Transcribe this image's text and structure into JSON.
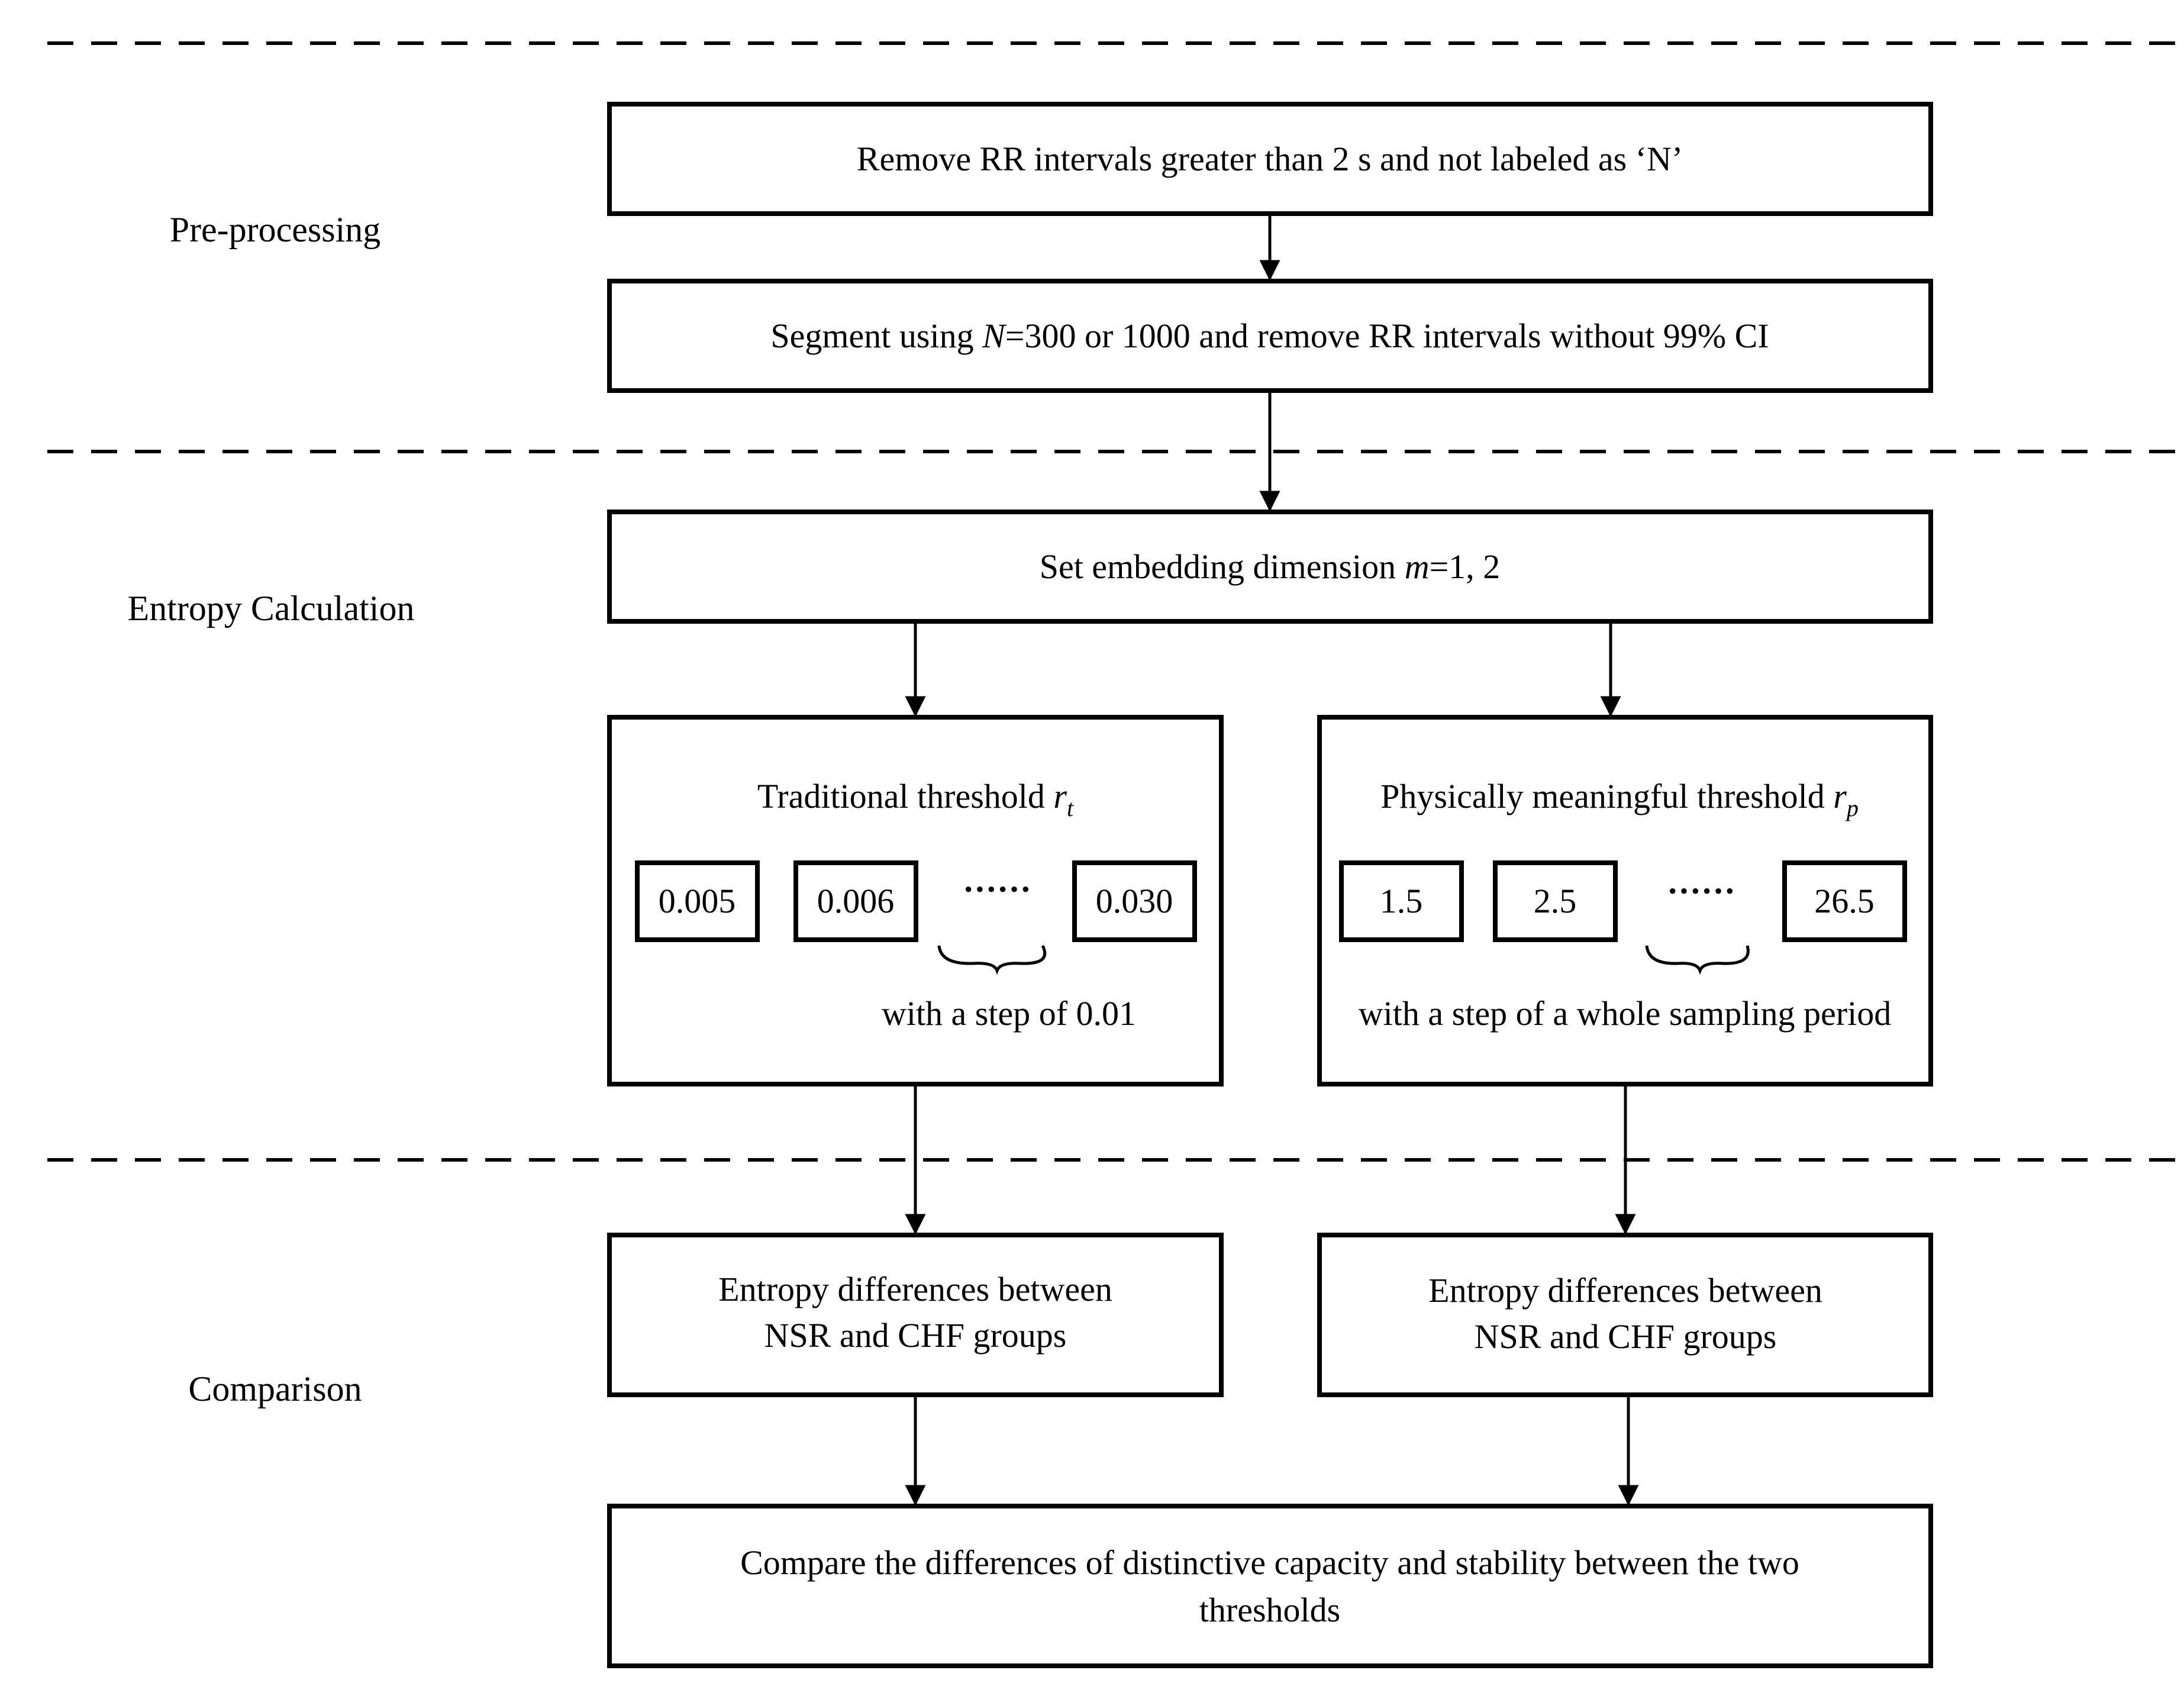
{
  "sections": {
    "preprocessing": "Pre-processing",
    "entropy": "Entropy Calculation",
    "comparison": "Comparison"
  },
  "boxes": {
    "remove": "Remove RR intervals greater than 2 s and not labeled as ‘N’",
    "segment": {
      "pre": "Segment using ",
      "var": "N",
      "post": "=300 or 1000 and remove RR intervals without 99% CI"
    },
    "embedding": {
      "pre": "Set embedding dimension ",
      "var": "m",
      "post": "=1, 2"
    },
    "traditional": {
      "title": "Traditional threshold ",
      "var": "r",
      "sub": "t",
      "values": [
        "0.005",
        "0.006",
        "0.030"
      ],
      "ellipsis": "······",
      "step": "with a step of 0.01"
    },
    "physical": {
      "title": "Physically meaningful threshold ",
      "var": "r",
      "sub": "p",
      "values": [
        "1.5",
        "2.5",
        "26.5"
      ],
      "ellipsis": "······",
      "step": "with a step of a whole sampling period"
    },
    "diff_left": [
      "Entropy differences between",
      "NSR and CHF groups"
    ],
    "diff_right": [
      "Entropy differences between",
      "NSR and CHF groups"
    ],
    "compare": [
      "Compare the differences of distinctive capacity and stability  between the two",
      "thresholds"
    ]
  }
}
